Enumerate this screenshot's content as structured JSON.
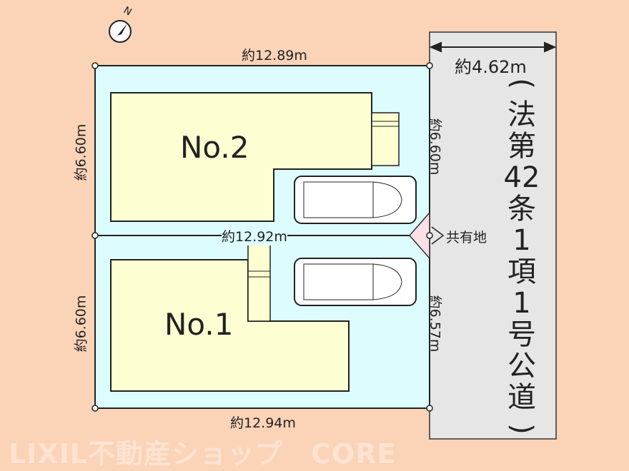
{
  "compass": {
    "north_label": "N"
  },
  "dimensions": {
    "top": "約12.89m",
    "middle": "約12.92m",
    "bottom": "約12.94m",
    "left_upper": "約6.60m",
    "left_lower": "約6.60m",
    "right_upper": "約6.60m",
    "right_lower": "約6.57m",
    "road_width": "約4.62m"
  },
  "lots": {
    "lot2": "No.2",
    "lot1": "No.1"
  },
  "shared_land": "共有地",
  "road": {
    "chars": [
      "(",
      "法",
      "第",
      "42",
      "条",
      "1",
      "項",
      "1",
      "号",
      "公",
      "道",
      ")"
    ]
  },
  "watermark": "LIXIL不動産ショップ　CORE",
  "colors": {
    "background": "#fbd3b7",
    "lot": "#dcfcfd",
    "house": "#fdfed2",
    "road": "#e6e6e6",
    "shared": "#fbe0e6"
  }
}
